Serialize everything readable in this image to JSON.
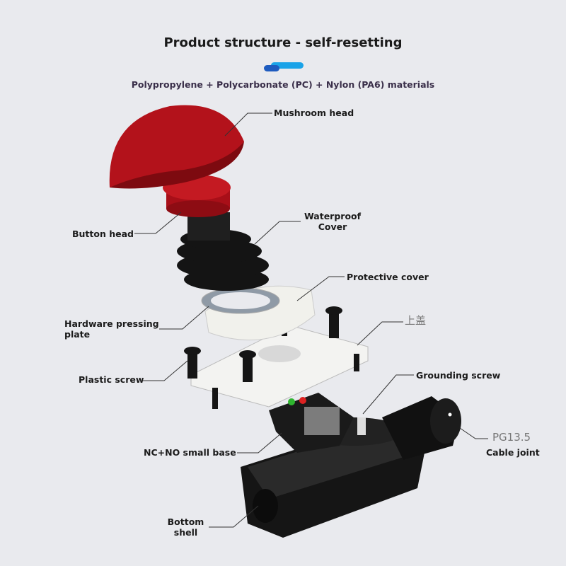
{
  "header": {
    "title": "Product structure - self-resetting",
    "subtitle": "Polypropylene + Polycarbonate (PC) + Nylon (PA6) materials",
    "accent_colors": [
      "#1e5bbf",
      "#1aa3e8"
    ]
  },
  "labels": {
    "mushroom_head": "Mushroom head",
    "button_head": "Button head",
    "waterproof_cover_1": "Waterproof",
    "waterproof_cover_2": "Cover",
    "protective_cover": "Protective cover",
    "hardware_pressing_plate_1": "Hardware pressing",
    "hardware_pressing_plate_2": "plate",
    "upper_cover": "上盖",
    "plastic_screw": "Plastic screw",
    "grounding_screw": "Grounding screw",
    "pg_size": "PG13.5",
    "cable_joint": "Cable joint",
    "small_base": "NC+NO small base",
    "bottom_shell_1": "Bottom",
    "bottom_shell_2": "shell"
  },
  "colors": {
    "red": "#b3121b",
    "black": "#151515",
    "white": "#f2f2f0",
    "background": "#e9eaee"
  }
}
